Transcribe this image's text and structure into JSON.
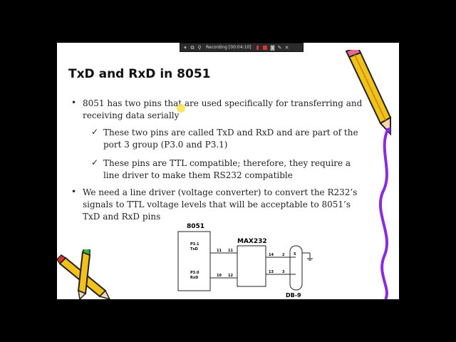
{
  "recorder": {
    "label": "Recording [00:04:10]",
    "icons": [
      "dropdown-icon",
      "window-icon",
      "search-icon",
      "pause-icon",
      "stop-icon",
      "camera-icon",
      "pen-icon",
      "close-icon"
    ]
  },
  "slide": {
    "title": "TxD and RxD in 8051",
    "bullets": [
      "8051 has two pins that are used specifically for transferring and receiving data serially",
      "We need a line driver (voltage converter) to convert the R232’s signals to TTL voltage levels that will be acceptable to 8051’s TxD and RxD pins"
    ],
    "subbullets": [
      "These two pins are called TxD and RxD and are part of the port 3 group (P3.0 and P3.1)",
      "These pins are TTL compatible; therefore, they require a line driver to make them RS232 compatible"
    ],
    "bullet_symbol": "•",
    "check_symbol": "✓"
  },
  "diagram": {
    "mcu_label": "8051",
    "driver_label": "MAX232",
    "connector_label": "DB-9",
    "pin_txd": "P3.1",
    "pin_txd_name": "TxD",
    "pin_rxd": "P3.0",
    "pin_rxd_name": "RxD",
    "pins": [
      "11",
      "11",
      "10",
      "12",
      "14",
      "2",
      "13",
      "3",
      "5"
    ]
  },
  "colors": {
    "slide_bg": "#ffffff",
    "screen_bg": "#000000",
    "text": "#222222",
    "pencil_yellow": "#f2c21b",
    "pencil_purple": "#8a2be2"
  }
}
